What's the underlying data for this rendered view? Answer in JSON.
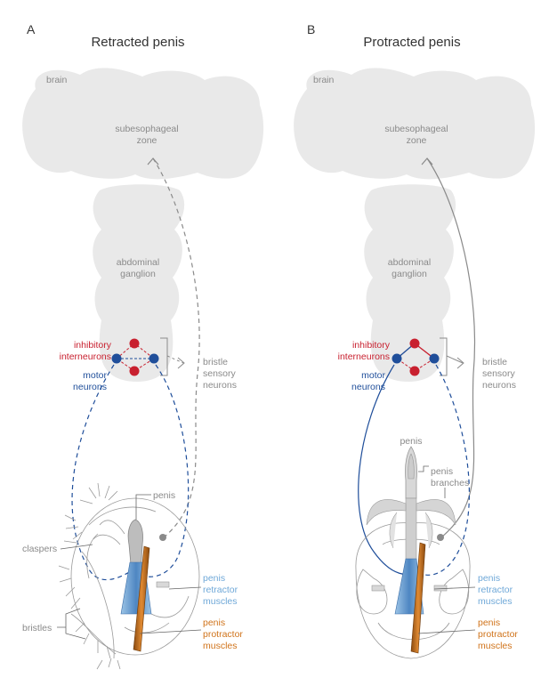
{
  "panels": [
    {
      "letter": "A",
      "title": "Retracted penis",
      "labels": {
        "brain": "brain",
        "seg1": "subesophageal",
        "seg2": "zone",
        "abd1": "abdominal",
        "abd2": "ganglion",
        "inh1": "inhibitory",
        "inh2": "interneurons",
        "mot1": "motor",
        "mot2": "neurons",
        "bri1": "bristle",
        "bri2": "sensory",
        "bri3": "neurons",
        "penis": "penis",
        "claspers": "claspers",
        "bristles": "bristles",
        "ret1": "penis",
        "ret2": "retractor",
        "ret3": "muscles",
        "pro1": "penis",
        "pro2": "protractor",
        "pro3": "muscles"
      }
    },
    {
      "letter": "B",
      "title": "Protracted penis",
      "labels": {
        "brain": "brain",
        "seg1": "subesophageal",
        "seg2": "zone",
        "abd1": "abdominal",
        "abd2": "ganglion",
        "inh1": "inhibitory",
        "inh2": "interneurons",
        "mot1": "motor",
        "mot2": "neurons",
        "bri1": "bristle",
        "bri2": "sensory",
        "bri3": "neurons",
        "penis": "penis",
        "br1": "penis",
        "br2": "branches",
        "ret1": "penis",
        "ret2": "retractor",
        "ret3": "muscles",
        "pro1": "penis",
        "pro2": "protractor",
        "pro3": "muscles"
      }
    }
  ],
  "colors": {
    "tissue": "#e9e9e9",
    "inhibitory": "#c8202f",
    "motor": "#1f4e9a",
    "sensory": "#8a8a8a",
    "retractor": "#6fa8d8",
    "protractor": "#d0731a"
  }
}
